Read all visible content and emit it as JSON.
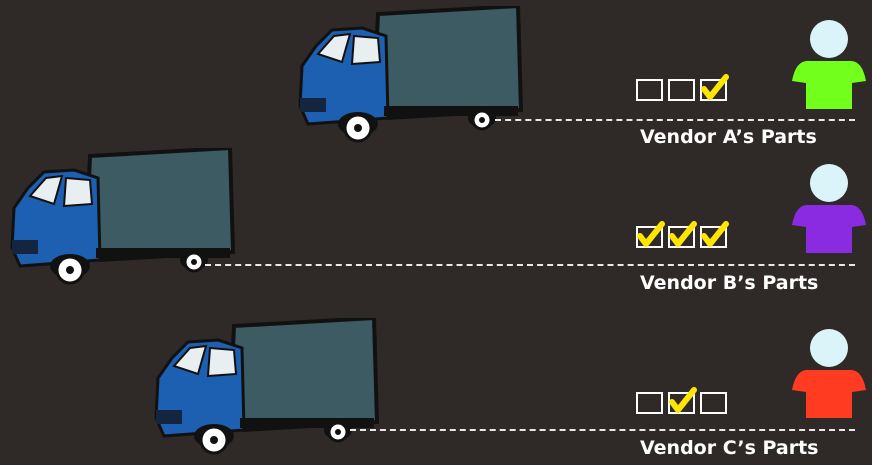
{
  "vendors": [
    {
      "label": "Vendor A’s Parts",
      "checks": [
        false,
        false,
        true
      ],
      "person_color": "#73ff1c"
    },
    {
      "label": "Vendor B’s Parts",
      "checks": [
        true,
        true,
        true
      ],
      "person_color": "#8a2be2"
    },
    {
      "label": "Vendor C’s Parts",
      "checks": [
        false,
        true,
        false
      ],
      "person_color": "#ff3b22"
    }
  ],
  "colors": {
    "background": "#2f2a27",
    "truck_cab": "#1d5fb0",
    "truck_box": "#3d5b63",
    "checkmark": "#ffe600",
    "head": "#dbf4fa"
  },
  "icons": [
    "truck-icon",
    "checkbox-icon",
    "checkmark-icon",
    "person-icon"
  ]
}
